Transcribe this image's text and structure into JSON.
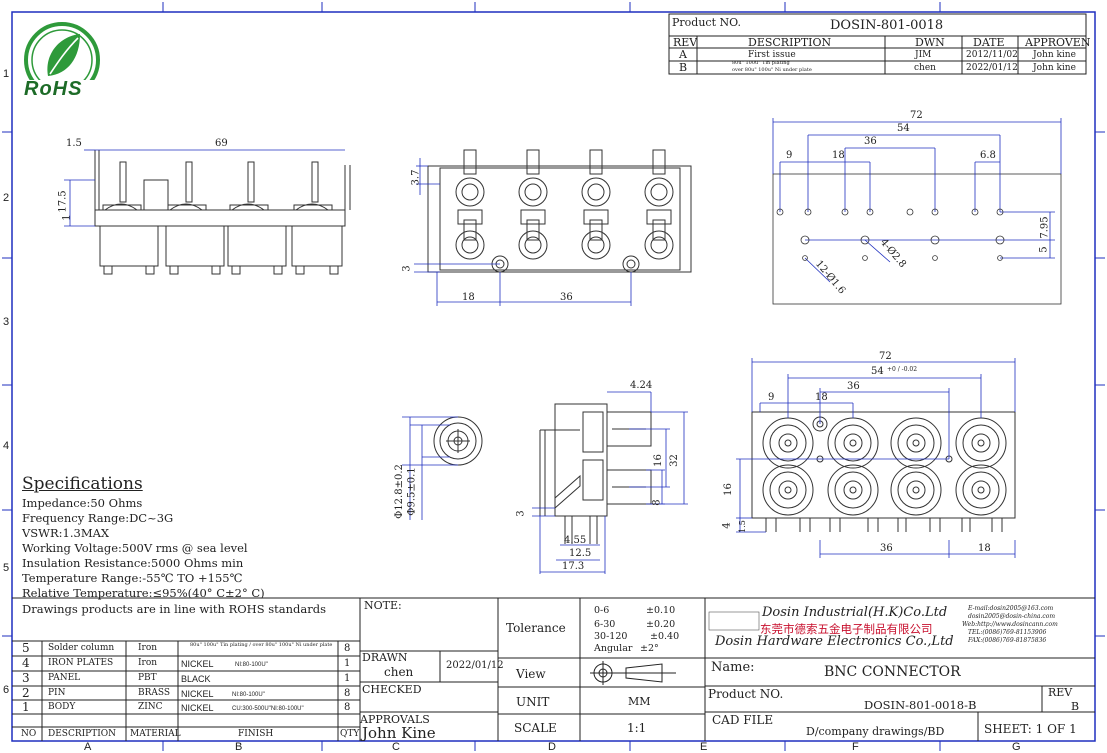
{
  "border": {
    "columns": [
      "A",
      "B",
      "C",
      "D",
      "E",
      "F",
      "G"
    ],
    "rows": [
      "1",
      "2",
      "3",
      "4",
      "5",
      "6"
    ]
  },
  "logo": {
    "text": "RoHS",
    "colors": {
      "green": "#2e9a3a",
      "dark_green": "#1d6b27"
    }
  },
  "rev_block": {
    "product_no_label": "Product NO.",
    "product_no": "DOSIN-801-0018",
    "headers": [
      "REV",
      "DESCRIPTION",
      "DWN",
      "DATE",
      "APPROVEN"
    ],
    "rows": [
      {
        "rev": "A",
        "desc": "First issue",
        "desc2": "",
        "dwn": "JIM",
        "date": "2012/11/02",
        "appr": "John kine"
      },
      {
        "rev": "B",
        "desc": "80u\" 100u\" Tin plating",
        "desc2": "over 80u\" 100u\" Ni under plate",
        "dwn": "chen",
        "date": "2022/01/12",
        "appr": "John kine"
      }
    ]
  },
  "views": {
    "side": {
      "dims": [
        "1.5",
        "69",
        "17.5",
        "1"
      ]
    },
    "front": {
      "dims": [
        "3.7",
        "3",
        "18",
        "36"
      ]
    },
    "pcb": {
      "dims": [
        "72",
        "54",
        "36",
        "9",
        "18",
        "6.8",
        "7.95",
        "5",
        "4-Ø2.8",
        "12-Ø1.6"
      ]
    },
    "end": {
      "dims": [
        "Φ12.8±0.2",
        "Φ9.5±0.1"
      ]
    },
    "section": {
      "dims": [
        "4.24",
        "16",
        "32",
        "8",
        "3",
        "4.55",
        "12.5",
        "17.3"
      ]
    },
    "bottom": {
      "dims": [
        "72",
        "54",
        "+0 / -0.02",
        "36",
        "9",
        "18",
        "16",
        "4",
        "1.5",
        "36",
        "18"
      ]
    }
  },
  "specs": {
    "title": "Specifications",
    "lines": [
      "Impedance:50 Ohms",
      "Frequency Range:DC~3G",
      "VSWR:1.3MAX",
      "Working Voltage:500V rms @ sea level",
      "Insulation Resistance:5000 Ohms min",
      "Temperature Range:-55℃ TO +155℃",
      "Relative Temperature:≤95%(40° C±2° C)",
      "Drawings products are in line with ROHS standards"
    ]
  },
  "bom": {
    "headers": [
      "NO",
      "DESCRIPTION",
      "MATERIAL",
      "FINISH",
      "QTY"
    ],
    "rows": [
      {
        "no": "5",
        "desc": "Solder column",
        "mat": "Iron",
        "fin_big": "",
        "fin_small": "80u\" 100u\" Tin plating / over 80u\" 100u\" Ni under plate",
        "qty": "8"
      },
      {
        "no": "4",
        "desc": "IRON PLATES",
        "mat": "Iron",
        "fin_big": "NICKEL",
        "fin_small": "NI:80-100U\"",
        "qty": "1"
      },
      {
        "no": "3",
        "desc": "PANEL",
        "mat": "PBT",
        "fin_big": "BLACK",
        "fin_small": "",
        "qty": "1"
      },
      {
        "no": "2",
        "desc": "PIN",
        "mat": "BRASS",
        "fin_big": "NICKEL",
        "fin_small": "NI:80-100U\"",
        "qty": "8"
      },
      {
        "no": "1",
        "desc": "BODY",
        "mat": "ZINC",
        "fin_big": "NICKEL",
        "fin_small": "CU:300-500U\"NI:80-100U\"",
        "qty": "8"
      }
    ]
  },
  "title_block": {
    "note_label": "NOTE:",
    "drawn_label": "DRAWN",
    "drawn_by": "chen",
    "drawn_date": "2022/01/12",
    "checked_label": "CHECKED",
    "approvals_label": "APPROVALS",
    "approver": "John Kine",
    "tolerance_label": "Tolerance",
    "tolerance_lines": [
      {
        "range": "0-6",
        "tol": "±0.10"
      },
      {
        "range": "6-30",
        "tol": "±0.20"
      },
      {
        "range": "30-120",
        "tol": "±0.40"
      },
      {
        "range": "Angular",
        "tol": "±2°"
      }
    ],
    "view_label": "View",
    "unit_label": "UNIT",
    "unit": "MM",
    "scale_label": "SCALE",
    "scale": "1:1",
    "company_en": "Dosin Industrial(H.K)Co.Ltd",
    "company_cn": "东莞市德索五金电子制品有限公司",
    "company_en2": "Dosin Hardware Electronics Co.,Ltd",
    "contact": [
      "E-mail:dosin2005@163.com",
      "dosin2005@dosin-china.com",
      "Web:http://www.dosincann.com",
      "TEL:(0086)769-81153906",
      "FAX:(0086)769-81875836"
    ],
    "name_label": "Name:",
    "name": "BNC  CONNECTOR",
    "product_no_label": "Product NO.",
    "product_no": "DOSIN-801-0018-B",
    "rev_label": "REV",
    "rev": "B",
    "cad_label": "CAD FILE",
    "cad": "D/company drawings/BD",
    "sheet": "SHEET:  1 OF 1"
  }
}
